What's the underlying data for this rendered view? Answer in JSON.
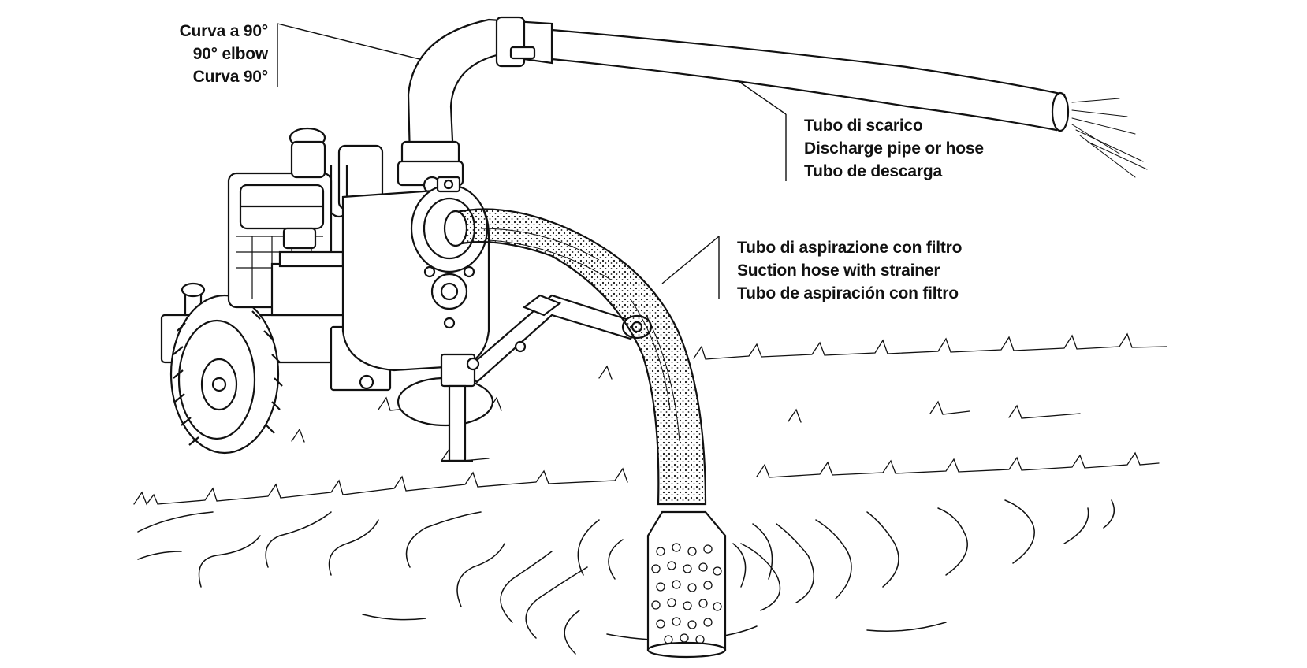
{
  "labels": {
    "elbow": [
      "Curva a 90°",
      "90° elbow",
      "Curva 90°"
    ],
    "discharge": [
      "Tubo di scarico",
      "Discharge pipe or hose",
      "Tubo de descarga"
    ],
    "suction": [
      "Tubo di aspirazione con filtro",
      "Suction hose with strainer",
      "Tubo de aspiración con filtro"
    ]
  },
  "palette": {
    "ink": "#111111",
    "paper": "#ffffff"
  }
}
